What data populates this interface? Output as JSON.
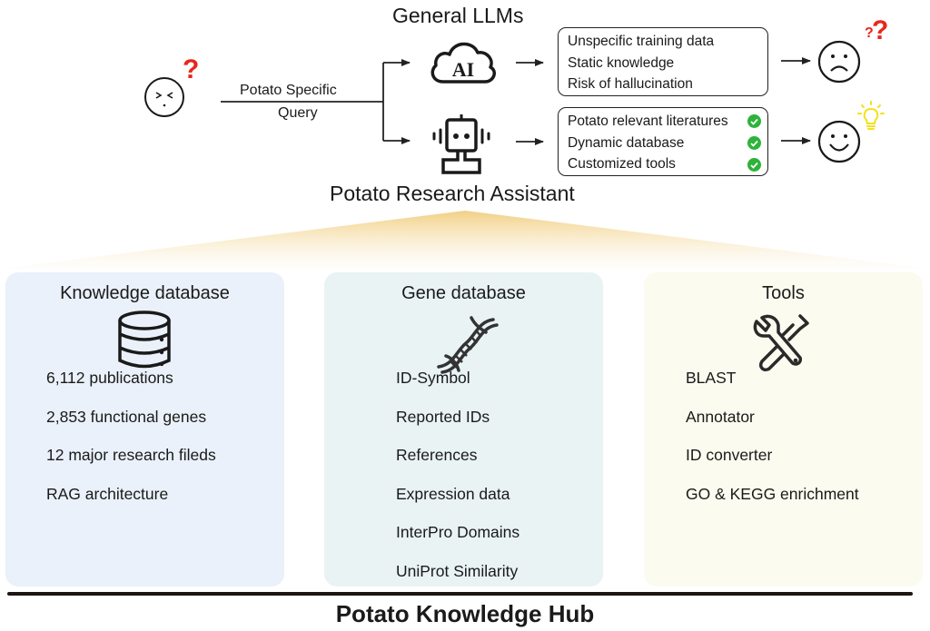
{
  "query": {
    "user_icon": "confused-face-icon",
    "question_mark": "?",
    "label_line1": "Potato Specific",
    "label_line2": "Query"
  },
  "general_llms": {
    "title": "General LLMs",
    "icon": "ai-cloud-icon",
    "icon_text": "AI",
    "issues": [
      "Unspecific training data",
      "Static knowledge",
      "Risk of hallucination"
    ],
    "outcome_icon": "sad-face-icon",
    "outcome_marks": "??"
  },
  "assistant": {
    "title": "Potato Research Assistant",
    "icon": "robot-icon",
    "features": [
      "Potato relevant literatures",
      "Dynamic database",
      "Customized tools"
    ],
    "feature_status_icon": "check-circle-icon",
    "outcome_icon": "smile-face-icon",
    "outcome_extra": "lightbulb-icon"
  },
  "hub": {
    "title": "Potato Knowledge Hub",
    "panels": [
      {
        "title": "Knowledge database",
        "icon": "database-icon",
        "bg": "#eaf1fa",
        "items": [
          "6,112 publications",
          "2,853 functional genes",
          "12 major research fileds",
          "RAG architecture"
        ]
      },
      {
        "title": "Gene database",
        "icon": "dna-icon",
        "bg": "#e9f3f4",
        "items": [
          "ID-Symbol",
          "Reported IDs",
          "References",
          "Expression data",
          "InterPro Domains",
          "UniProt Similarity"
        ]
      },
      {
        "title": "Tools",
        "icon": "wrench-screwdriver-icon",
        "bg": "#fbfbef",
        "items": [
          "BLAST",
          "Annotator",
          "ID converter",
          "GO & KEGG enrichment"
        ]
      }
    ]
  },
  "colors": {
    "question_red": "#e8261c",
    "check_green": "#2db33a",
    "bulb_yellow": "#f2e21a",
    "gradient_gold": "#f3d590"
  }
}
